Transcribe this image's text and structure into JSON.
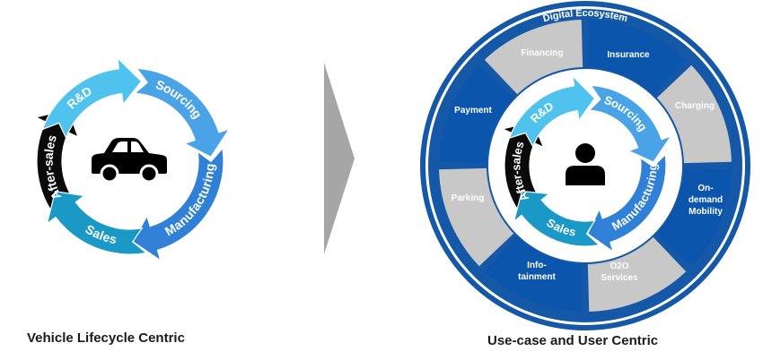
{
  "left_cycle": {
    "stages": [
      "R&D",
      "Sourcing",
      "Manufacturing",
      "Sales",
      "After-sales"
    ],
    "center_icon": "car-icon",
    "caption": "Vehicle Lifecycle Centric"
  },
  "transition_icon": "chevron-right-icon",
  "right_cycle": {
    "ring_title": "Digital Ecosystem",
    "segments": [
      {
        "label": [
          "Financing"
        ],
        "shade": "gray"
      },
      {
        "label": [
          "Insurance"
        ],
        "shade": "blue"
      },
      {
        "label": [
          "Charging"
        ],
        "shade": "gray"
      },
      {
        "label": [
          "On-",
          "demand",
          "Mobility"
        ],
        "shade": "blue"
      },
      {
        "label": [
          "O2O",
          "Services"
        ],
        "shade": "gray"
      },
      {
        "label": [
          "Info-",
          "tainment"
        ],
        "shade": "blue"
      },
      {
        "label": [
          "Parking"
        ],
        "shade": "gray"
      },
      {
        "label": [
          "Payment"
        ],
        "shade": "blue"
      }
    ],
    "stages": [
      "R&D",
      "Sourcing",
      "Manufacturing",
      "Sales",
      "After-sales"
    ],
    "center_icon": "user-icon",
    "caption": "Use-case and User Centric"
  },
  "colors": {
    "rd": "#4fc3ee",
    "sourcing": "#4aa3e6",
    "manufacturing": "#2f80d6",
    "sales": "#1a98c6",
    "after_sales": "#0a0a0a",
    "ring_outer": "#1558a8",
    "ring_dark_blue": "#0b55ad",
    "ring_gray": "#c8c8c8",
    "chevron": "#a6a6a6"
  }
}
